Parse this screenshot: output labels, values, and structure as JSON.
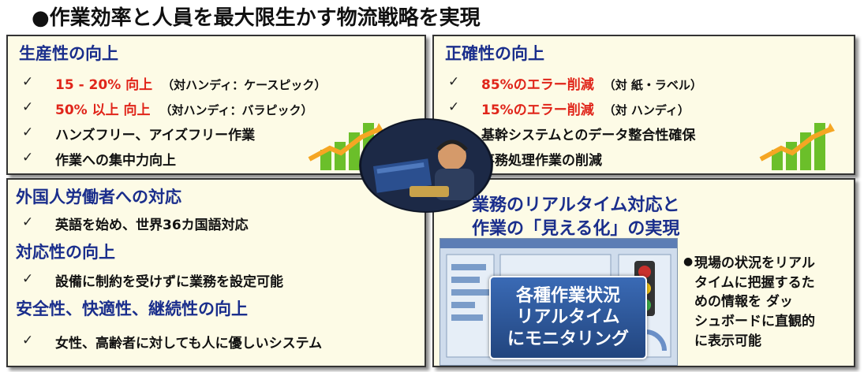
{
  "title": "●作業効率と人員を最大限生かす物流戦略を実現",
  "top_left": {
    "heading": "生産性の向上",
    "items": [
      {
        "highlight": "15 - 20% 向上",
        "note": "（対ハンディ：ケースピック）"
      },
      {
        "highlight": "50% 以上 向上",
        "note": "（対ハンディ：バラピック）"
      },
      {
        "text": "ハンズフリー、アイズフリー作業"
      },
      {
        "text": "作業への集中力向上"
      }
    ]
  },
  "top_right": {
    "heading": "正確性の向上",
    "items": [
      {
        "highlight": "85%のエラー削減",
        "note": "（対 紙・ラベル）"
      },
      {
        "highlight": "15%のエラー削減",
        "note": "（対 ハンディ）"
      },
      {
        "text": "基幹システムとのデータ整合性確保"
      },
      {
        "text": "事務処理作業の削減"
      }
    ]
  },
  "bottom_left": {
    "sections": [
      {
        "heading": "外国人労働者への対応",
        "item": "英語を始め、世界36カ国語対応"
      },
      {
        "heading": "対応性の向上",
        "item": "設備に制約を受けずに業務を設定可能"
      },
      {
        "heading": "安全性、快適性、継続性の向上",
        "item": "女性、高齢者に対しても人に優しいシステム"
      }
    ]
  },
  "bottom_right": {
    "heading_line1": "業務のリアルタイム対応と",
    "heading_line2": "作業の「見える化」の実現",
    "overlay": [
      "各種作業状況",
      "リアルタイム",
      "にモニタリング"
    ],
    "bullet_lines": [
      "現場の状況をリアル",
      "タイムに把握するた",
      "めの情報を ダッ",
      "シュボードに直観的",
      "に表示可能"
    ]
  },
  "check_mark": "✓",
  "colors": {
    "heading": "#1a2e8c",
    "highlight": "#e0251a",
    "panel_bg": "#fdfbe6"
  }
}
